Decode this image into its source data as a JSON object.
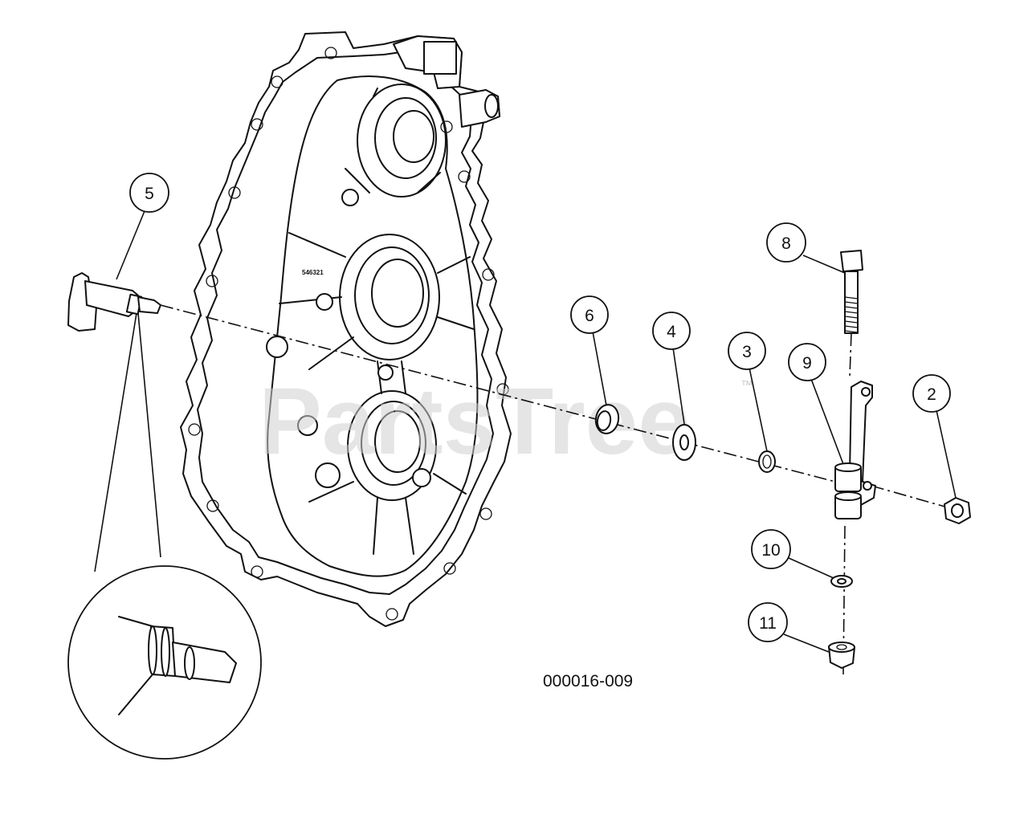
{
  "diagram": {
    "callouts": [
      {
        "id": "5",
        "label": "5"
      },
      {
        "id": "6",
        "label": "6"
      },
      {
        "id": "4",
        "label": "4"
      },
      {
        "id": "3",
        "label": "3"
      },
      {
        "id": "9",
        "label": "9"
      },
      {
        "id": "8",
        "label": "8"
      },
      {
        "id": "2",
        "label": "2"
      },
      {
        "id": "10",
        "label": "10"
      },
      {
        "id": "11",
        "label": "11"
      }
    ],
    "figure_code": "000016-009",
    "casting_mark": "546321",
    "watermark": {
      "text": "PartsTree",
      "tm": "™"
    }
  }
}
